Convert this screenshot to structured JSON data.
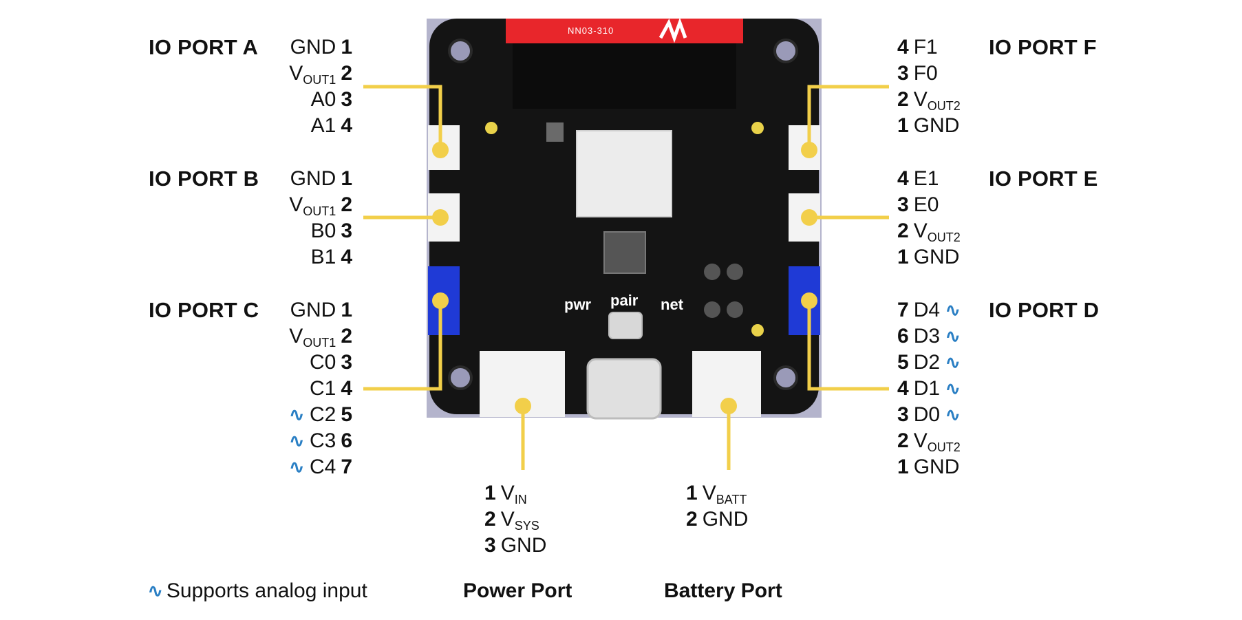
{
  "colors": {
    "leader": "#f2cf4a",
    "analog": "#2a7fc4",
    "board": "#141414",
    "board_frame": "#b4b4cc",
    "header_strip": "#e8262b",
    "blue_connector": "#1f3ad6"
  },
  "icons": {
    "analog": "analog-wave-icon"
  },
  "analog_symbol": "∿",
  "board": {
    "strip_text": "NN03-310",
    "leds": {
      "pwr": "pwr",
      "pair": "pair",
      "net": "net"
    }
  },
  "ports": {
    "a": {
      "title": "IO PORT A",
      "pins": [
        {
          "sig": "GND",
          "sub": "",
          "num": "1",
          "analog": false
        },
        {
          "sig": "V",
          "sub": "OUT1",
          "num": "2",
          "analog": false
        },
        {
          "sig": "A0",
          "sub": "",
          "num": "3",
          "analog": false
        },
        {
          "sig": "A1",
          "sub": "",
          "num": "4",
          "analog": false
        }
      ]
    },
    "b": {
      "title": "IO PORT B",
      "pins": [
        {
          "sig": "GND",
          "sub": "",
          "num": "1",
          "analog": false
        },
        {
          "sig": "V",
          "sub": "OUT1",
          "num": "2",
          "analog": false
        },
        {
          "sig": "B0",
          "sub": "",
          "num": "3",
          "analog": false
        },
        {
          "sig": "B1",
          "sub": "",
          "num": "4",
          "analog": false
        }
      ]
    },
    "c": {
      "title": "IO PORT C",
      "pins": [
        {
          "sig": "GND",
          "sub": "",
          "num": "1",
          "analog": false
        },
        {
          "sig": "V",
          "sub": "OUT1",
          "num": "2",
          "analog": false
        },
        {
          "sig": "C0",
          "sub": "",
          "num": "3",
          "analog": false
        },
        {
          "sig": "C1",
          "sub": "",
          "num": "4",
          "analog": false
        },
        {
          "sig": "C2",
          "sub": "",
          "num": "5",
          "analog": true
        },
        {
          "sig": "C3",
          "sub": "",
          "num": "6",
          "analog": true
        },
        {
          "sig": "C4",
          "sub": "",
          "num": "7",
          "analog": true
        }
      ]
    },
    "f": {
      "title": "IO PORT F",
      "pins": [
        {
          "num": "4",
          "sig": "F1",
          "sub": "",
          "analog": false
        },
        {
          "num": "3",
          "sig": "F0",
          "sub": "",
          "analog": false
        },
        {
          "num": "2",
          "sig": "V",
          "sub": "OUT2",
          "analog": false
        },
        {
          "num": "1",
          "sig": "GND",
          "sub": "",
          "analog": false
        }
      ]
    },
    "e": {
      "title": "IO PORT E",
      "pins": [
        {
          "num": "4",
          "sig": "E1",
          "sub": "",
          "analog": false
        },
        {
          "num": "3",
          "sig": "E0",
          "sub": "",
          "analog": false
        },
        {
          "num": "2",
          "sig": "V",
          "sub": "OUT2",
          "analog": false
        },
        {
          "num": "1",
          "sig": "GND",
          "sub": "",
          "analog": false
        }
      ]
    },
    "d": {
      "title": "IO PORT D",
      "pins": [
        {
          "num": "7",
          "sig": "D4",
          "sub": "",
          "analog": true
        },
        {
          "num": "6",
          "sig": "D3",
          "sub": "",
          "analog": true
        },
        {
          "num": "5",
          "sig": "D2",
          "sub": "",
          "analog": true
        },
        {
          "num": "4",
          "sig": "D1",
          "sub": "",
          "analog": true
        },
        {
          "num": "3",
          "sig": "D0",
          "sub": "",
          "analog": true
        },
        {
          "num": "2",
          "sig": "V",
          "sub": "OUT2",
          "analog": false
        },
        {
          "num": "1",
          "sig": "GND",
          "sub": "",
          "analog": false
        }
      ]
    },
    "power": {
      "title": "Power Port",
      "pins": [
        {
          "num": "1",
          "sig": "V",
          "sub": "IN",
          "analog": false
        },
        {
          "num": "2",
          "sig": "V",
          "sub": "SYS",
          "analog": false
        },
        {
          "num": "3",
          "sig": "GND",
          "sub": "",
          "analog": false
        }
      ]
    },
    "battery": {
      "title": "Battery Port",
      "pins": [
        {
          "num": "1",
          "sig": "V",
          "sub": "BATT",
          "analog": false
        },
        {
          "num": "2",
          "sig": "GND",
          "sub": "",
          "analog": false
        }
      ]
    }
  },
  "legend": {
    "text": "Supports analog input"
  }
}
